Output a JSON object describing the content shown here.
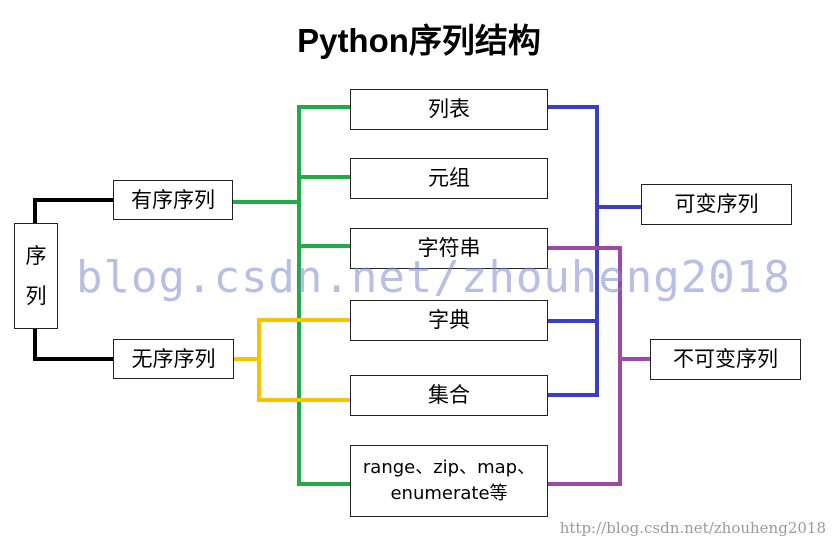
{
  "title": "Python序列结构",
  "nodes": {
    "root": [
      "序",
      "列"
    ],
    "ordered": "有序序列",
    "unordered": "无序序列",
    "list": "列表",
    "tuple": "元组",
    "string": "字符串",
    "dict": "字典",
    "set": "集合",
    "others": [
      "range、zip、map、",
      "enumerate等"
    ],
    "mutable": "可变序列",
    "immutable": "不可变序列"
  },
  "watermark": "blog.csdn.net/zhouheng2018",
  "footer_url": "http://blog.csdn.net/zhouheng2018",
  "colors": {
    "black_connector": "#000000",
    "ordered_connector": "#22aa44",
    "unordered_connector": "#f5c400",
    "mutable_connector": "#3b3fc4",
    "immutable_connector": "#9b4aa6"
  }
}
